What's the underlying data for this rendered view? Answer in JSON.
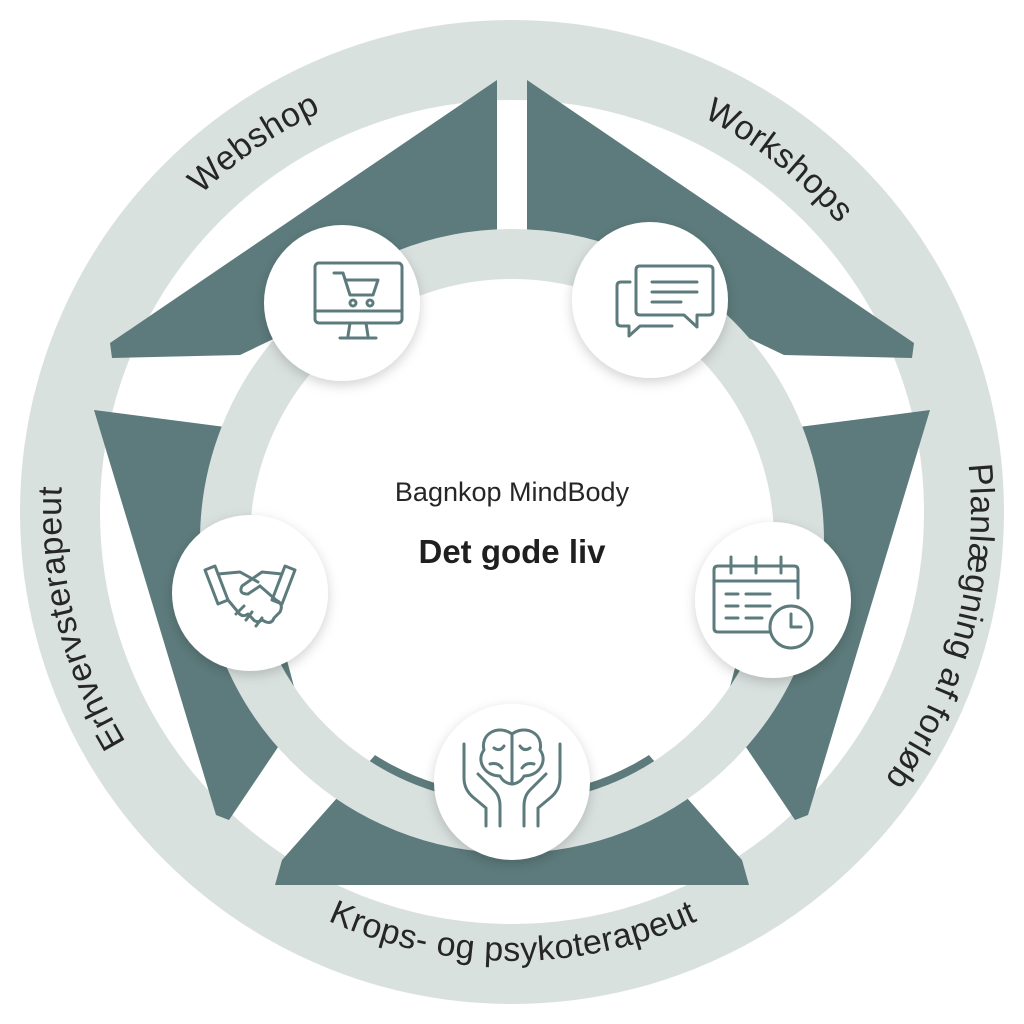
{
  "colors": {
    "outer_ring": "#d9e1df",
    "petal": "#5d7b7c",
    "inner_ring": "#d9e1df",
    "icon_stroke": "#5d7b7c",
    "text": "#262626"
  },
  "center": {
    "subtitle": "Bagnkop MindBody",
    "title": "Det gode liv"
  },
  "segments": [
    {
      "label": "Webshop",
      "icon": "shopping-cart-monitor-icon"
    },
    {
      "label": "Workshops",
      "icon": "chat-bubbles-icon"
    },
    {
      "label": "Planlægning af forløb",
      "icon": "calendar-clock-icon"
    },
    {
      "label": "Krops- og psykoterapeut",
      "icon": "hands-brain-icon"
    },
    {
      "label": "Erhvervsterapeut",
      "icon": "handshake-icon"
    }
  ]
}
